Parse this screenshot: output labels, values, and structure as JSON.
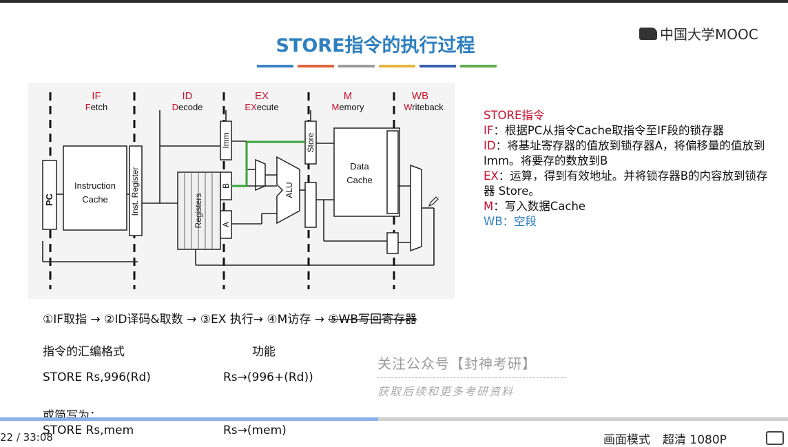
{
  "slide": {
    "title": "STORE指令的执行过程",
    "stripe_colors": [
      "#3b83c4",
      "#e0633a",
      "#9a9a9a",
      "#e8b43a",
      "#3561b0",
      "#5fae4b"
    ],
    "logo_text": "中国大学MOOC"
  },
  "diagram": {
    "stages": [
      {
        "abbr": "IF",
        "name": "Fetch",
        "lead": "F",
        "rest": "etch"
      },
      {
        "abbr": "ID",
        "name": "Decode",
        "lead": "D",
        "rest": "ecode"
      },
      {
        "abbr": "EX",
        "name": "EXecute",
        "lead": "EX",
        "rest": "ecute"
      },
      {
        "abbr": "M",
        "name": "Memory",
        "lead": "M",
        "rest": "emory"
      },
      {
        "abbr": "WB",
        "name": "Writeback",
        "lead": "W",
        "rest": "riteback"
      }
    ],
    "blocks": {
      "pc": "PC",
      "icache_line1": "Instruction",
      "icache_line2": "Cache",
      "inst_reg": "Inst. Register",
      "registers": "Registers",
      "imm": "Imm",
      "b": "B",
      "a": "A",
      "alu": "ALU",
      "store": "Store",
      "dcache_line1": "Data",
      "dcache_line2": "Cache"
    },
    "colors": {
      "stage_red": "#c8102e",
      "highlight_green": "#3aa23a"
    }
  },
  "explanation": {
    "heading": "STORE指令",
    "if_label": "IF",
    "if_text": "：根据PC从指令Cache取指令至IF段的锁存器",
    "id_label": "ID",
    "id_text": "：将基址寄存器的值放到锁存器A，将偏移量的值放到Imm。将要存的数放到B",
    "ex_label": "EX",
    "ex_text": "：运算，得到有效地址。并将锁存器B的内容放到锁存器 Store。",
    "m_label": "M",
    "m_text": "：写入数据Cache",
    "wb_text": "WB：空段"
  },
  "flow": {
    "main": "①IF取指 → ②ID译码&取数 → ③EX 执行→ ④M访存 → ",
    "struck": "⑤WB写回寄存器"
  },
  "format": {
    "col1_header": "指令的汇编格式",
    "col2_header": "功能",
    "row1_instr": "STORE  Rs,996(Rd)",
    "row1_func": "Rs→(996+(Rd))",
    "short_label": "或简写为：",
    "row2_instr": "STORE  Rs,mem",
    "row2_func": "Rs→(mem)"
  },
  "watermark": {
    "line1": "关注公众号【封神考研】",
    "line2": "获取后续和更多考研资料"
  },
  "player": {
    "time": "22 / 33:08",
    "progress": 0.48,
    "mode": "画面模式",
    "quality": "超清 1080P"
  }
}
